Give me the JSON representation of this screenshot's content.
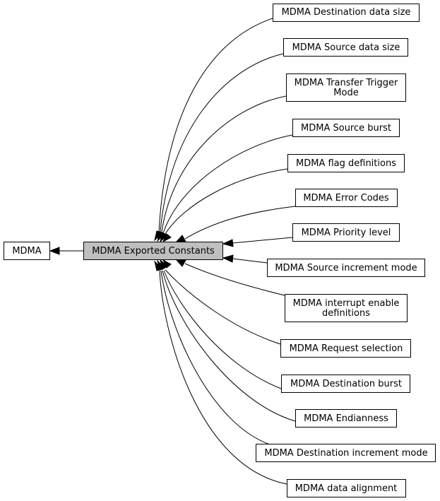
{
  "diagram": {
    "root": {
      "id": "mdma",
      "label": "MDMA"
    },
    "current": {
      "id": "exported-constants",
      "label": "MDMA Exported Constants"
    },
    "children": [
      {
        "id": "dest-data-size",
        "lines": [
          "MDMA Destination data size"
        ]
      },
      {
        "id": "source-data-size",
        "lines": [
          "MDMA Source data size"
        ]
      },
      {
        "id": "transfer-trigger-mode",
        "lines": [
          "MDMA Transfer Trigger",
          "Mode"
        ]
      },
      {
        "id": "source-burst",
        "lines": [
          "MDMA Source burst"
        ]
      },
      {
        "id": "flag-definitions",
        "lines": [
          "MDMA flag definitions"
        ]
      },
      {
        "id": "error-codes",
        "lines": [
          "MDMA Error Codes"
        ]
      },
      {
        "id": "priority-level",
        "lines": [
          "MDMA Priority level"
        ]
      },
      {
        "id": "source-increment-mode",
        "lines": [
          "MDMA Source increment mode"
        ]
      },
      {
        "id": "interrupt-enable-definitions",
        "lines": [
          "MDMA interrupt enable",
          "definitions"
        ]
      },
      {
        "id": "request-selection",
        "lines": [
          "MDMA Request selection"
        ]
      },
      {
        "id": "destination-burst",
        "lines": [
          "MDMA Destination burst"
        ]
      },
      {
        "id": "endianness",
        "lines": [
          "MDMA Endianness"
        ]
      },
      {
        "id": "destination-increment-mode",
        "lines": [
          "MDMA Destination increment mode"
        ]
      },
      {
        "id": "data-alignment",
        "lines": [
          "MDMA data alignment"
        ]
      }
    ]
  }
}
